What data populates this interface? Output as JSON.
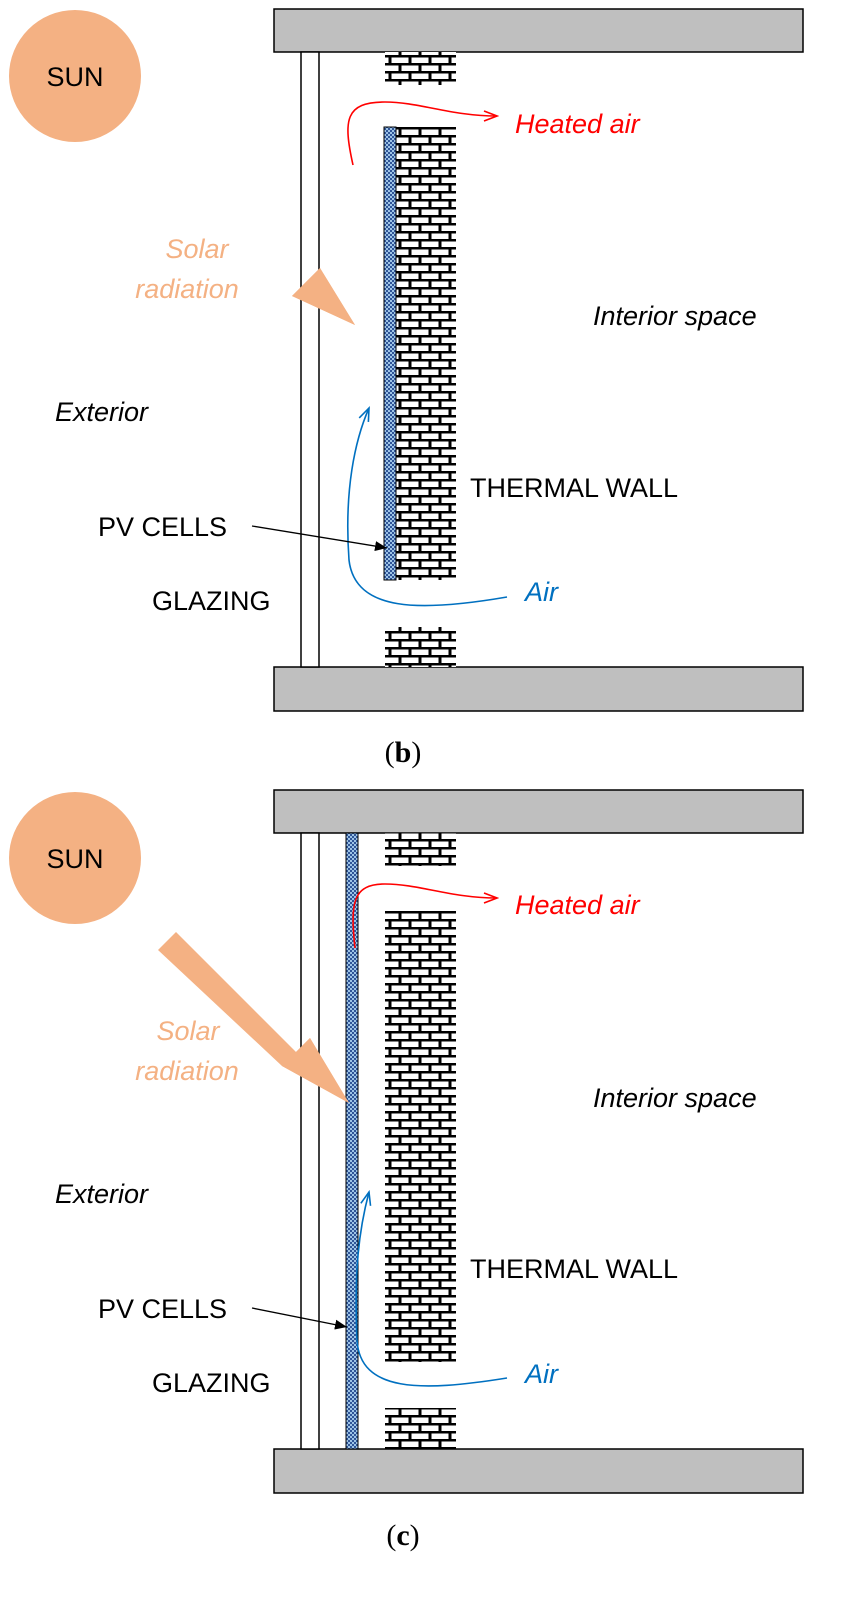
{
  "colors": {
    "sun": "#f4b183",
    "heated_air": "#ff0000",
    "air": "#0070c0",
    "slab": "#bfbfbf",
    "brick": "#000000",
    "pv": "#9dc3e6"
  },
  "panel_b": {
    "sun": "SUN",
    "heated_air": "Heated air",
    "solar_radiation_line1": "Solar",
    "solar_radiation_line2": "radiation",
    "interior": "Interior space",
    "exterior": "Exterior",
    "thermal_wall": "THERMAL WALL",
    "pv_cells": "PV CELLS",
    "glazing": "GLAZING",
    "air": "Air",
    "caption_open": "(",
    "caption_letter": "b",
    "caption_close": ")"
  },
  "panel_c": {
    "sun": "SUN",
    "heated_air": "Heated air",
    "solar_radiation_line1": "Solar",
    "solar_radiation_line2": "radiation",
    "interior": "Interior space",
    "exterior": "Exterior",
    "thermal_wall": "THERMAL WALL",
    "pv_cells": "PV CELLS",
    "glazing": "GLAZING",
    "air": "Air",
    "caption_open": "(",
    "caption_letter": "c",
    "caption_close": ")"
  }
}
